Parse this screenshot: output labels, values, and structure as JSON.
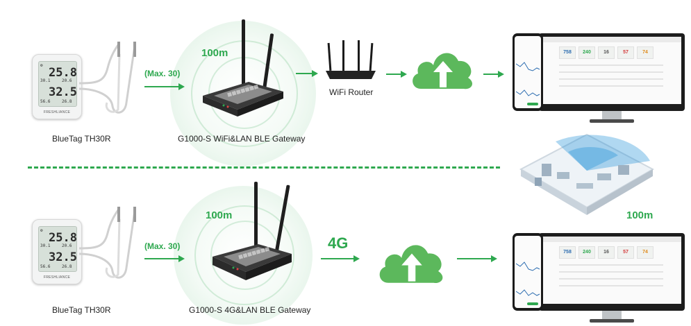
{
  "top_row": {
    "sensor_caption": "BlueTag TH30R",
    "sensor_range_label": "(Max. 30)",
    "gateway_caption": "G1000-S WiFi&LAN BLE Gateway",
    "gateway_range": "100m",
    "router_caption": "WiFi Router"
  },
  "bottom_row": {
    "sensor_caption": "BlueTag TH30R",
    "sensor_range_label": "(Max. 30)",
    "gateway_caption": "G1000-S 4G&LAN BLE Gateway",
    "gateway_range": "100m",
    "network_label": "4G"
  },
  "coverage_label": "100m",
  "sensor_display": {
    "reading_top": "25.8",
    "reading_bottom": "32.5",
    "small_left_top": "30.1",
    "small_right_top": "20.6",
    "small_left_bottom": "56.6",
    "small_right_bottom": "26.8",
    "brand": "FRESHLIANCE"
  },
  "dashboard_tiles": [
    "758",
    "240",
    "16",
    "57",
    "74"
  ],
  "colors": {
    "accent": "#2ea84f",
    "cloud": "#5cb85c",
    "coverage_blue": "#1e90d6"
  },
  "icons": [
    "sensor-device",
    "gateway-router",
    "wifi-router",
    "cloud-upload-icon",
    "monitor-phone-dashboard",
    "coverage-area-illustration"
  ]
}
